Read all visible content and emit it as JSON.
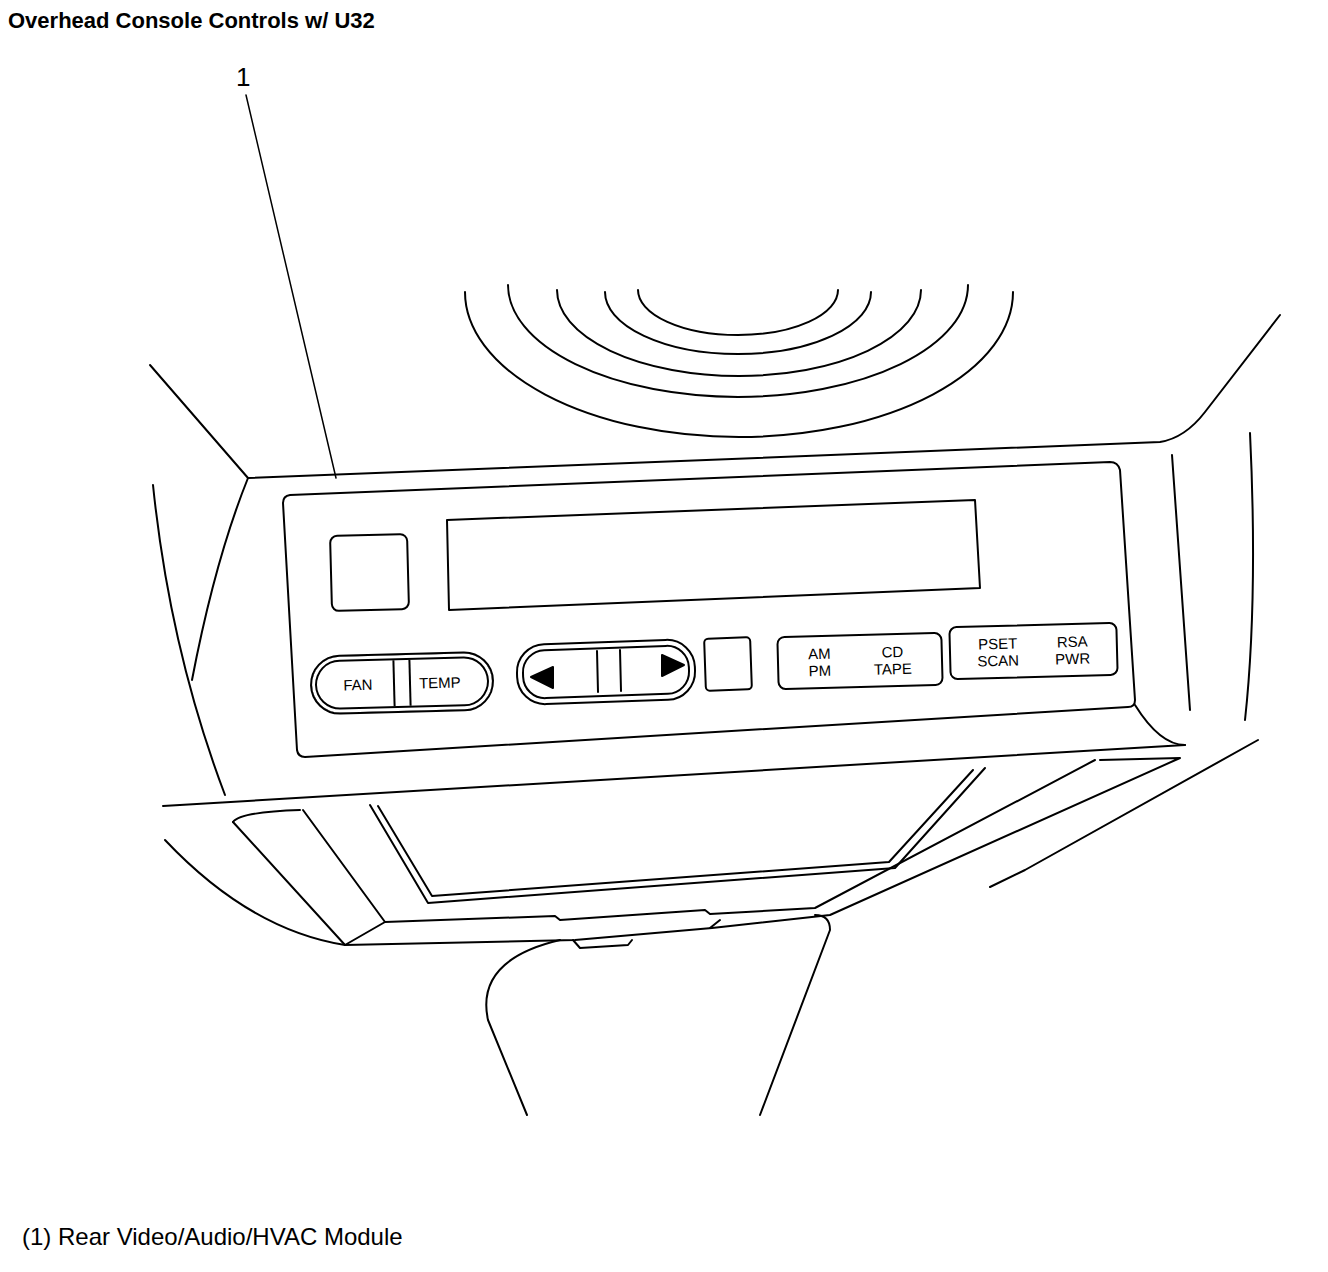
{
  "diagram": {
    "title": "Overhead Console Controls w/ U32",
    "caption": "(1) Rear Video/Audio/HVAC Module",
    "nodes": [
      {
        "text": [
          "FAN",
          "TEMP"
        ]
      },
      {
        "text": [
          "AM PM",
          "CD TAPE"
        ]
      },
      {
        "text": [
          "PSET SCAN",
          "RSA PWR"
        ]
      }
    ],
    "edges": [],
    "labels": [
      "1"
    ]
  }
}
